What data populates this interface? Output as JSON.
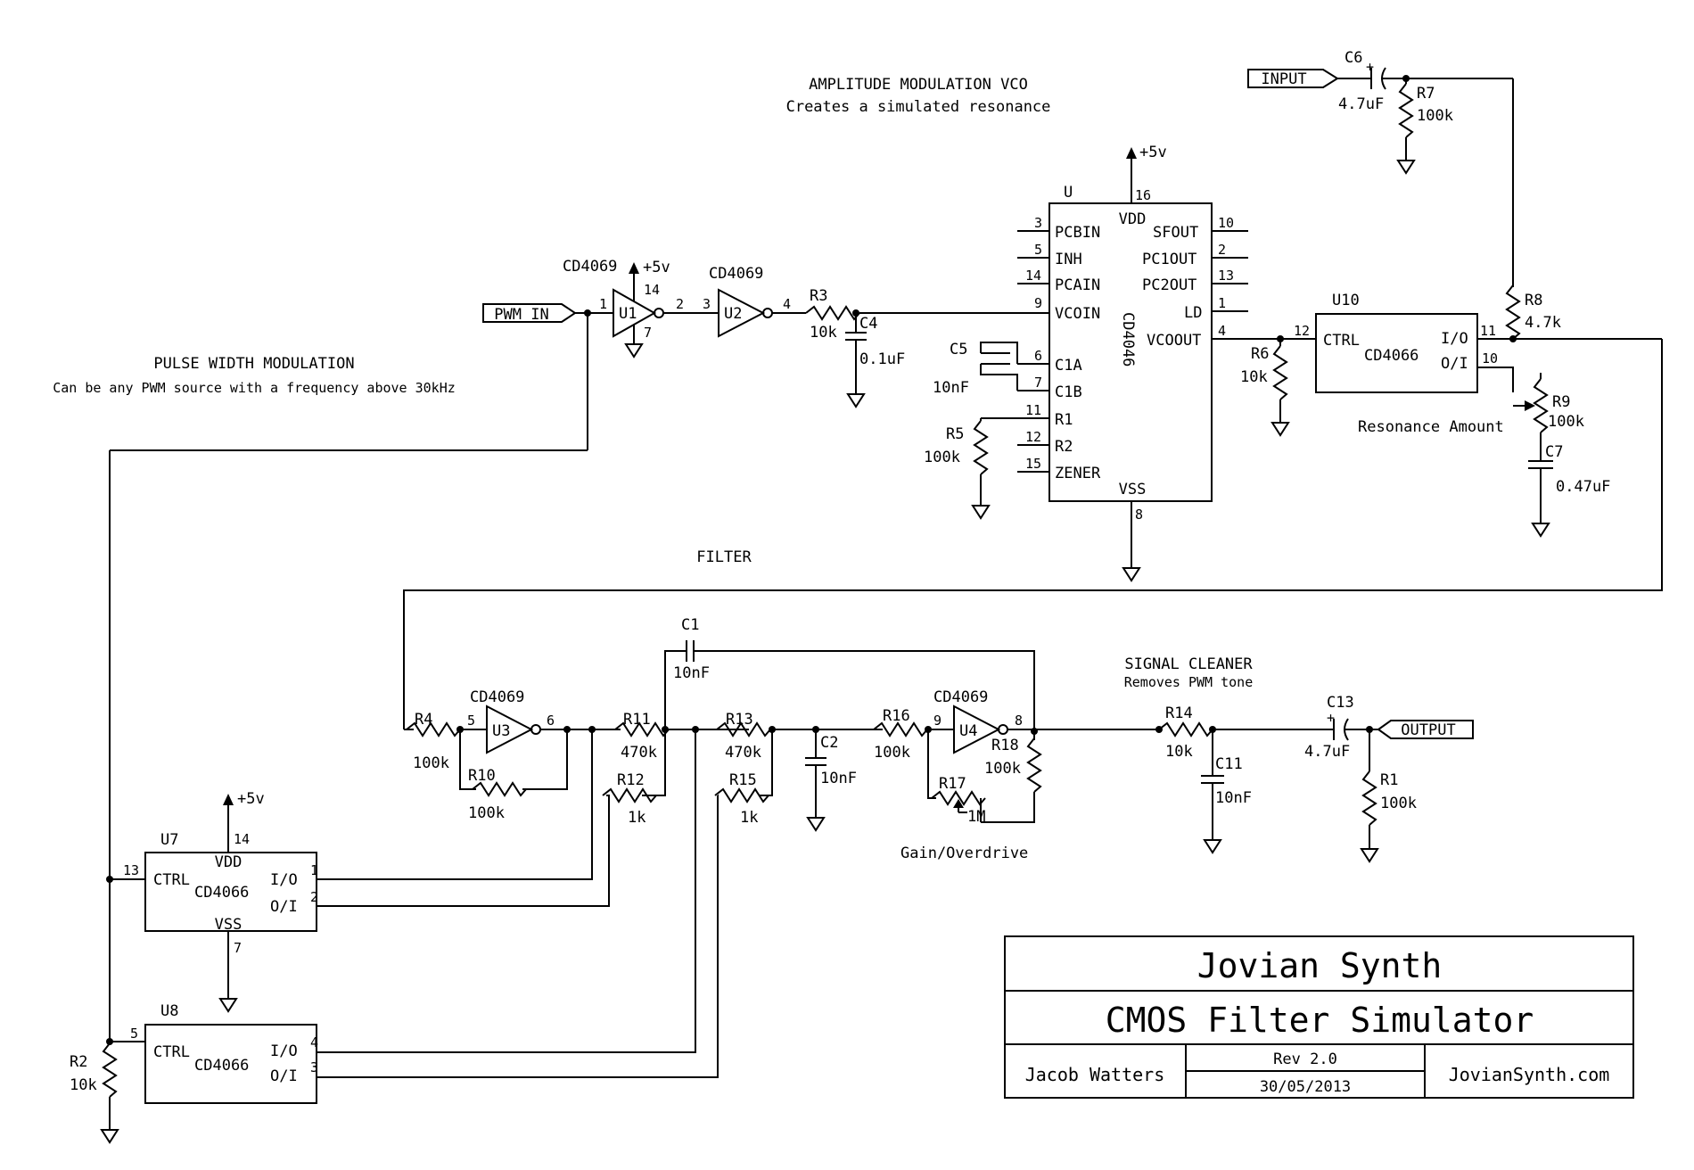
{
  "headings": {
    "pwm_title": "PULSE WIDTH MODULATION",
    "pwm_sub": "Can be any PWM source with a frequency above 30kHz",
    "vco_title": "AMPLITUDE MODULATION VCO",
    "vco_sub": "Creates a simulated resonance",
    "filter_title": "FILTER",
    "cleaner_title": "SIGNAL CLEANER",
    "cleaner_sub": "Removes PWM tone"
  },
  "ports": {
    "pwm_in": "PWM IN",
    "input": "INPUT",
    "output": "OUTPUT"
  },
  "chips": {
    "inv_part": "CD4069",
    "vco_part": "CD4046",
    "sw_part": "CD4066",
    "u": "U",
    "u1": "U1",
    "u2": "U2",
    "u3": "U3",
    "u4": "U4",
    "u7": "U7",
    "u8": "U8",
    "u10": "U10"
  },
  "supply": {
    "vplus": "+5v"
  },
  "vco_pins": {
    "pcbin": "PCBIN",
    "inh": "INH",
    "pcain": "PCAIN",
    "vcoin": "VCOIN",
    "c1a": "C1A",
    "c1b": "C1B",
    "r1": "R1",
    "r2": "R2",
    "zener": "ZENER",
    "vdd": "VDD",
    "vss": "VSS",
    "sfout": "SFOUT",
    "pc1out": "PC1OUT",
    "pc2out": "PC2OUT",
    "ld": "LD",
    "vcoout": "VCOOUT"
  },
  "switch_pins": {
    "ctrl": "CTRL",
    "io": "I/O",
    "oi": "O/I",
    "vdd": "VDD",
    "vss": "VSS"
  },
  "pin_numbers": {
    "p1": "1",
    "p2": "2",
    "p3": "3",
    "p4": "4",
    "p5": "5",
    "p6": "6",
    "p7": "7",
    "p8": "8",
    "p9": "9",
    "p10": "10",
    "p11": "11",
    "p12": "12",
    "p13": "13",
    "p14": "14",
    "p15": "15",
    "p16": "16"
  },
  "components": {
    "r1": "R1",
    "r1_val": "100k",
    "r2": "R2",
    "r2_val": "10k",
    "r3": "R3",
    "r3_val": "10k",
    "r4": "R4",
    "r4_val": "100k",
    "r5": "R5",
    "r5_val": "100k",
    "r6": "R6",
    "r6_val": "10k",
    "r7": "R7",
    "r7_val": "100k",
    "r8": "R8",
    "r8_val": "4.7k",
    "r9": "R9",
    "r9_val": "100k",
    "r9_note": "Resonance Amount",
    "r10": "R10",
    "r10_val": "100k",
    "r11": "R11",
    "r11_val": "470k",
    "r12": "R12",
    "r12_val": "1k",
    "r13": "R13",
    "r13_val": "470k",
    "r14": "R14",
    "r14_val": "10k",
    "r15": "R15",
    "r15_val": "1k",
    "r16": "R16",
    "r16_val": "100k",
    "r17": "R17",
    "r17_val": "1M",
    "r17_note": "Gain/Overdrive",
    "r18": "R18",
    "r18_val": "100k",
    "c1": "C1",
    "c1_val": "10nF",
    "c2": "C2",
    "c2_val": "10nF",
    "c4": "C4",
    "c4_val": "0.1uF",
    "c5": "C5",
    "c5_val": "10nF",
    "c6": "C6",
    "c6_val": "4.7uF",
    "c7": "C7",
    "c7_val": "0.47uF",
    "c11": "C11",
    "c11_val": "10nF",
    "c13": "C13",
    "c13_val": "4.7uF"
  },
  "title_block": {
    "project": "Jovian Synth",
    "title": "CMOS Filter Simulator",
    "author": "Jacob Watters",
    "revision": "Rev 2.0",
    "date": "30/05/2013",
    "website": "JovianSynth.com"
  }
}
